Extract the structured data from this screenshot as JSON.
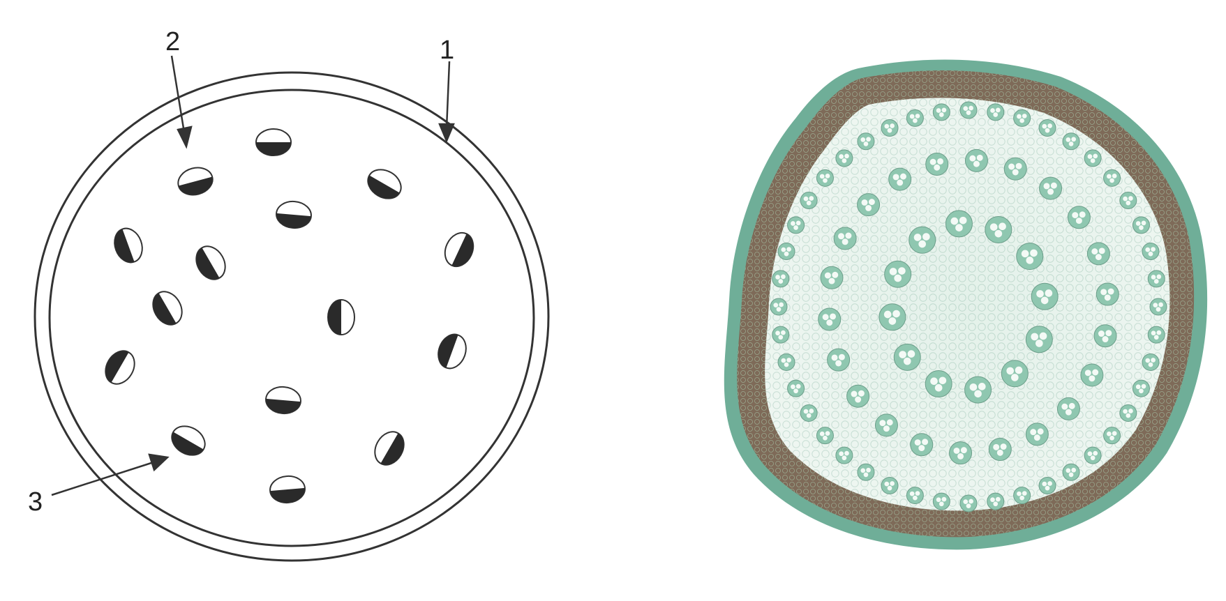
{
  "diagram": {
    "labels": {
      "label_1": "1",
      "label_2": "2",
      "label_3": "3"
    },
    "colors": {
      "line": "#333333",
      "bundle_fill": "#2a2a2a",
      "epidermis": "#6fae98",
      "cortex_ring": "#8b7a66",
      "pith": "#e8f2ec",
      "bundle_green": "#7fbfa6"
    }
  }
}
